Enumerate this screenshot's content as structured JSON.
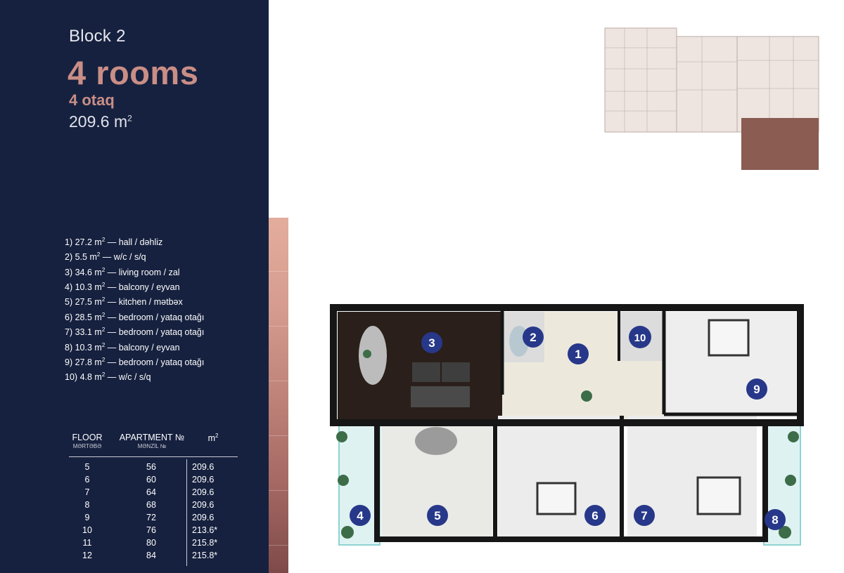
{
  "header": {
    "block": "Block 2",
    "rooms_en": "4 rooms",
    "rooms_az": "4 otaq",
    "area_value": "209.6 m",
    "area_unit_sup": "2"
  },
  "rooms": [
    {
      "n": "1)",
      "area": "27.2 m",
      "sup": "2",
      "name": " — hall / dəhliz"
    },
    {
      "n": "2)",
      "area": "5.5 m",
      "sup": "2",
      "name": " — w/c / s/q"
    },
    {
      "n": "3)",
      "area": "34.6 m",
      "sup": "2",
      "name": " — living room / zal"
    },
    {
      "n": "4)",
      "area": "10.3 m",
      "sup": "2",
      "name": " — balcony / eyvan"
    },
    {
      "n": "5)",
      "area": "27.5 m",
      "sup": "2",
      "name": " — kitchen / mətbəx"
    },
    {
      "n": "6)",
      "area": "28.5 m",
      "sup": "2",
      "name": " — bedroom / yataq otağı"
    },
    {
      "n": "7)",
      "area": "33.1 m",
      "sup": "2",
      "name": " — bedroom / yataq otağı"
    },
    {
      "n": "8)",
      "area": "10.3 m",
      "sup": "2",
      "name": " — balcony / eyvan"
    },
    {
      "n": "9)",
      "area": "27.8 m",
      "sup": "2",
      "name": " — bedroom / yataq otağı"
    },
    {
      "n": "10)",
      "area": "4.8 m",
      "sup": "2",
      "name": " — w/c / s/q"
    }
  ],
  "table": {
    "floor_header": "FLOOR",
    "floor_header_az": "MƏRTƏBƏ",
    "apt_header": "APARTMENT №",
    "apt_header_az": "MƏNZİL №",
    "area_header": "m",
    "area_header_sup": "2",
    "rows": [
      {
        "floor": "5",
        "apt": "56",
        "area": "209.6"
      },
      {
        "floor": "6",
        "apt": "60",
        "area": "209.6"
      },
      {
        "floor": "7",
        "apt": "64",
        "area": "209.6"
      },
      {
        "floor": "8",
        "apt": "68",
        "area": "209.6"
      },
      {
        "floor": "9",
        "apt": "72",
        "area": "209.6"
      },
      {
        "floor": "10",
        "apt": "76",
        "area": "213.6*"
      },
      {
        "floor": "11",
        "apt": "80",
        "area": "215.8*"
      },
      {
        "floor": "12",
        "apt": "84",
        "area": "215.8*"
      }
    ]
  },
  "plan_labels": [
    "1",
    "2",
    "3",
    "4",
    "5",
    "6",
    "7",
    "8",
    "9",
    "10"
  ],
  "colors": {
    "panel": "#16213f",
    "accent": "#c98e86",
    "badge": "#27388a",
    "wall": "#161616",
    "highlight": "#8a5c52"
  }
}
